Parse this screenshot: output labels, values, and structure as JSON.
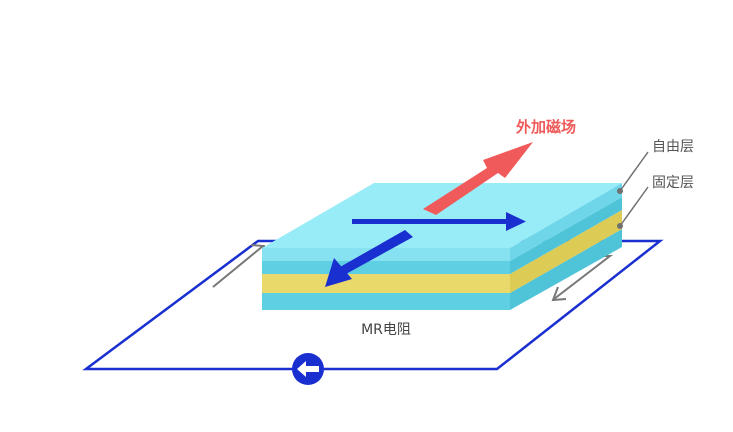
{
  "labels": {
    "external_field": "外加磁场",
    "free_layer": "自由层",
    "fixed_layer": "固定层",
    "resistor": "MR电阻"
  },
  "icons": {
    "current_source": "left-arrow-circle-icon"
  },
  "colors": {
    "free_layer": "#8fe8f5",
    "fixed_layer": "#e9d96a",
    "base_layer": "#5fd0e4",
    "circuit": "#1a2fd0",
    "external_field_arrow": "#f05a5a",
    "magnetization_arrow": "#1a2fd0",
    "leader_line": "#707070"
  }
}
